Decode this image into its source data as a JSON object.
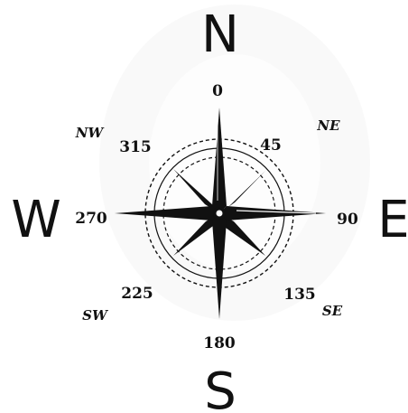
{
  "cardinals": {
    "north": "N",
    "east": "E",
    "south": "S",
    "west": "W"
  },
  "degrees": {
    "d0": "0",
    "d45": "45",
    "d90": "90",
    "d135": "135",
    "d180": "180",
    "d225": "225",
    "d270": "270",
    "d315": "315"
  },
  "intercardinals": {
    "ne": "NE",
    "se": "SE",
    "sw": "SW",
    "nw": "NW"
  },
  "colors": {
    "ink": "#111111",
    "background": "#ffffff",
    "ghost": "#f1f1f1"
  }
}
